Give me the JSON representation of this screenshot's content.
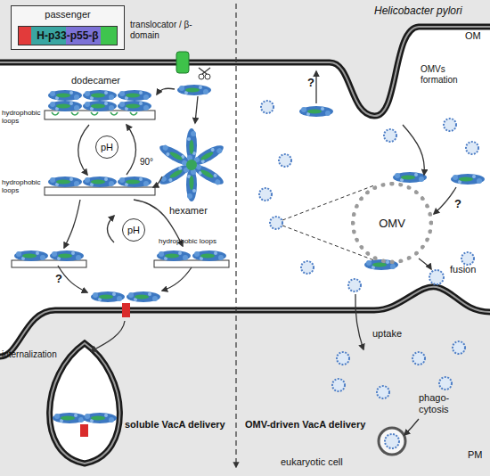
{
  "diagram": {
    "nodes": [
      {
        "text": [
          "passenger"
        ]
      },
      {
        "text": [
          "H-p33-p55-β"
        ],
        "in": 0
      },
      {
        "text": [
          "pH"
        ]
      },
      {
        "text": [
          "pH"
        ]
      },
      {
        "text": [
          "OMV"
        ]
      }
    ],
    "labels": [
      "Helicobacter pylori",
      "translocator / β-domain",
      "OM",
      "dodecamer",
      "hydrophobic loops",
      "OMVs formation",
      "?",
      "hexamer",
      "hydrophobic loops",
      "90°",
      "?",
      "hydrophobic loops",
      "?",
      "fusion",
      "uptake",
      "internalization",
      "soluble VacA delivery",
      "OMV-driven VacA delivery",
      "phago- cytosis",
      "eukaryotic cell",
      "PM"
    ]
  }
}
